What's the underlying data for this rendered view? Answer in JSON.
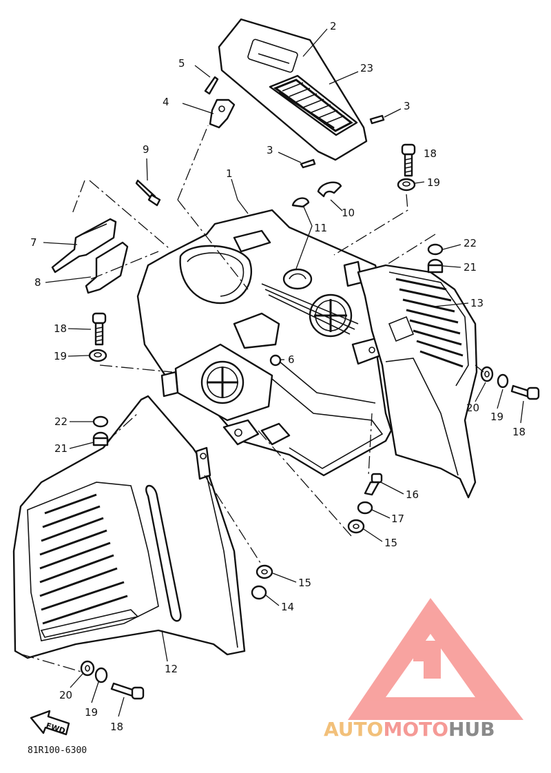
{
  "diagram": {
    "part_code": "81R100-6300",
    "fwd_label": "FWD",
    "callouts": {
      "c1": "1",
      "c2": "2",
      "c3a": "3",
      "c3b": "3",
      "c4": "4",
      "c5": "5",
      "c6": "6",
      "c7": "7",
      "c8": "8",
      "c9": "9",
      "c10": "10",
      "c11": "11",
      "c12": "12",
      "c13": "13",
      "c14": "14",
      "c15a": "15",
      "c15b": "15",
      "c16": "16",
      "c17": "17",
      "c18a": "18",
      "c18b": "18",
      "c18c": "18",
      "c18d": "18",
      "c19a": "19",
      "c19b": "19",
      "c19c": "19",
      "c19d": "19",
      "c20a": "20",
      "c20b": "20",
      "c21a": "21",
      "c21b": "21",
      "c22a": "22",
      "c22b": "22",
      "c23": "23"
    }
  },
  "watermark": {
    "part1": "AUTO",
    "part2": "MOTO",
    "part3": "HUB",
    "color1": "#f2c07a",
    "color2": "#f59a96",
    "color3": "#8a8a8a",
    "logo_color": "#f79390"
  }
}
